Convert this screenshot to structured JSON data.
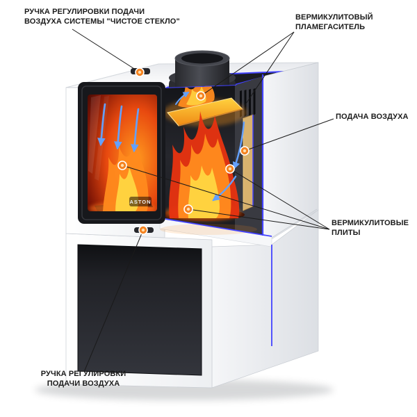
{
  "diagram": {
    "brand": "ASTON",
    "labels": {
      "clean_glass_handle": {
        "line1": "РУЧКА РЕГУЛИРОВКИ ПОДАЧИ",
        "line2": "ВОЗДУХА СИСТЕМЫ \"ЧИСТОЕ СТЕКЛО\""
      },
      "flame_arrester": {
        "line1": "ВЕРМИКУЛИТОВЫЙ",
        "line2": "ПЛАМЕГАСИТЕЛЬ"
      },
      "air_supply": {
        "line1": "ПОДАЧА ВОЗДУХА"
      },
      "vermiculite_plates": {
        "line1": "ВЕРМИКУЛИТОВЫЕ",
        "line2": "ПЛИТЫ"
      },
      "air_handle": {
        "line1": "РУЧКА РЕГУЛИРОВКИ",
        "line2": "ПОДАЧИ ВОЗДУХА"
      }
    },
    "colors": {
      "background": "#ffffff",
      "callout_dot": "#f58220",
      "callout_line": "#1a1a1a",
      "cut_edge_blue": "#4343ff",
      "air_arrow_blue": "#63a1ff",
      "flame_yellow": "#ffd23f",
      "flame_orange": "#ff8a1e",
      "flame_red": "#e63311",
      "vermiculite_tan": "#d8b26e"
    }
  }
}
